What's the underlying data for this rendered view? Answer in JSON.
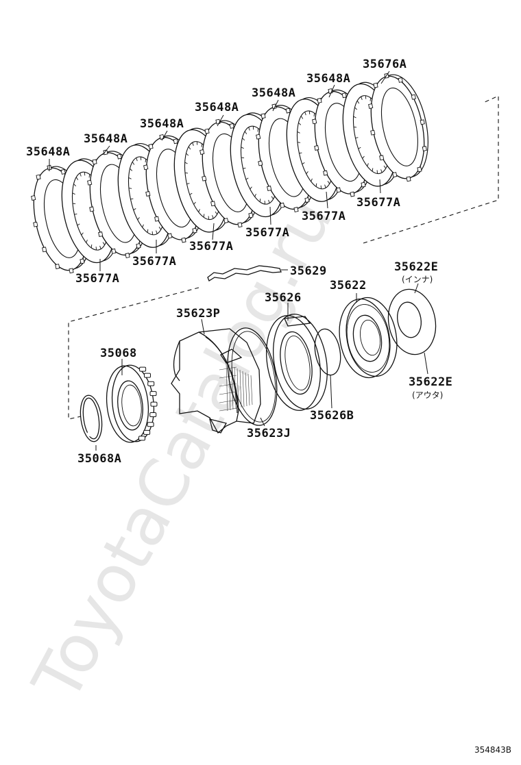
{
  "watermark": "ToyotaCatalog.ru",
  "figure_code": "354843B",
  "labels": {
    "p35676A": "35676A",
    "p35648A_1": "35648A",
    "p35648A_2": "35648A",
    "p35648A_3": "35648A",
    "p35648A_4": "35648A",
    "p35648A_5": "35648A",
    "p35648A_6": "35648A",
    "p35677A_1": "35677A",
    "p35677A_2": "35677A",
    "p35677A_3": "35677A",
    "p35677A_4": "35677A",
    "p35677A_5": "35677A",
    "p35677A_6": "35677A",
    "p35629": "35629",
    "p35622E_inner": "35622E",
    "p35622E_inner_sub": "(インナ)",
    "p35622": "35622",
    "p35626": "35626",
    "p35623P": "35623P",
    "p35068": "35068",
    "p35068A": "35068A",
    "p35623J": "35623J",
    "p35626B": "35626B",
    "p35622E_outer": "35622E",
    "p35622E_outer_sub": "(アウタ)"
  }
}
